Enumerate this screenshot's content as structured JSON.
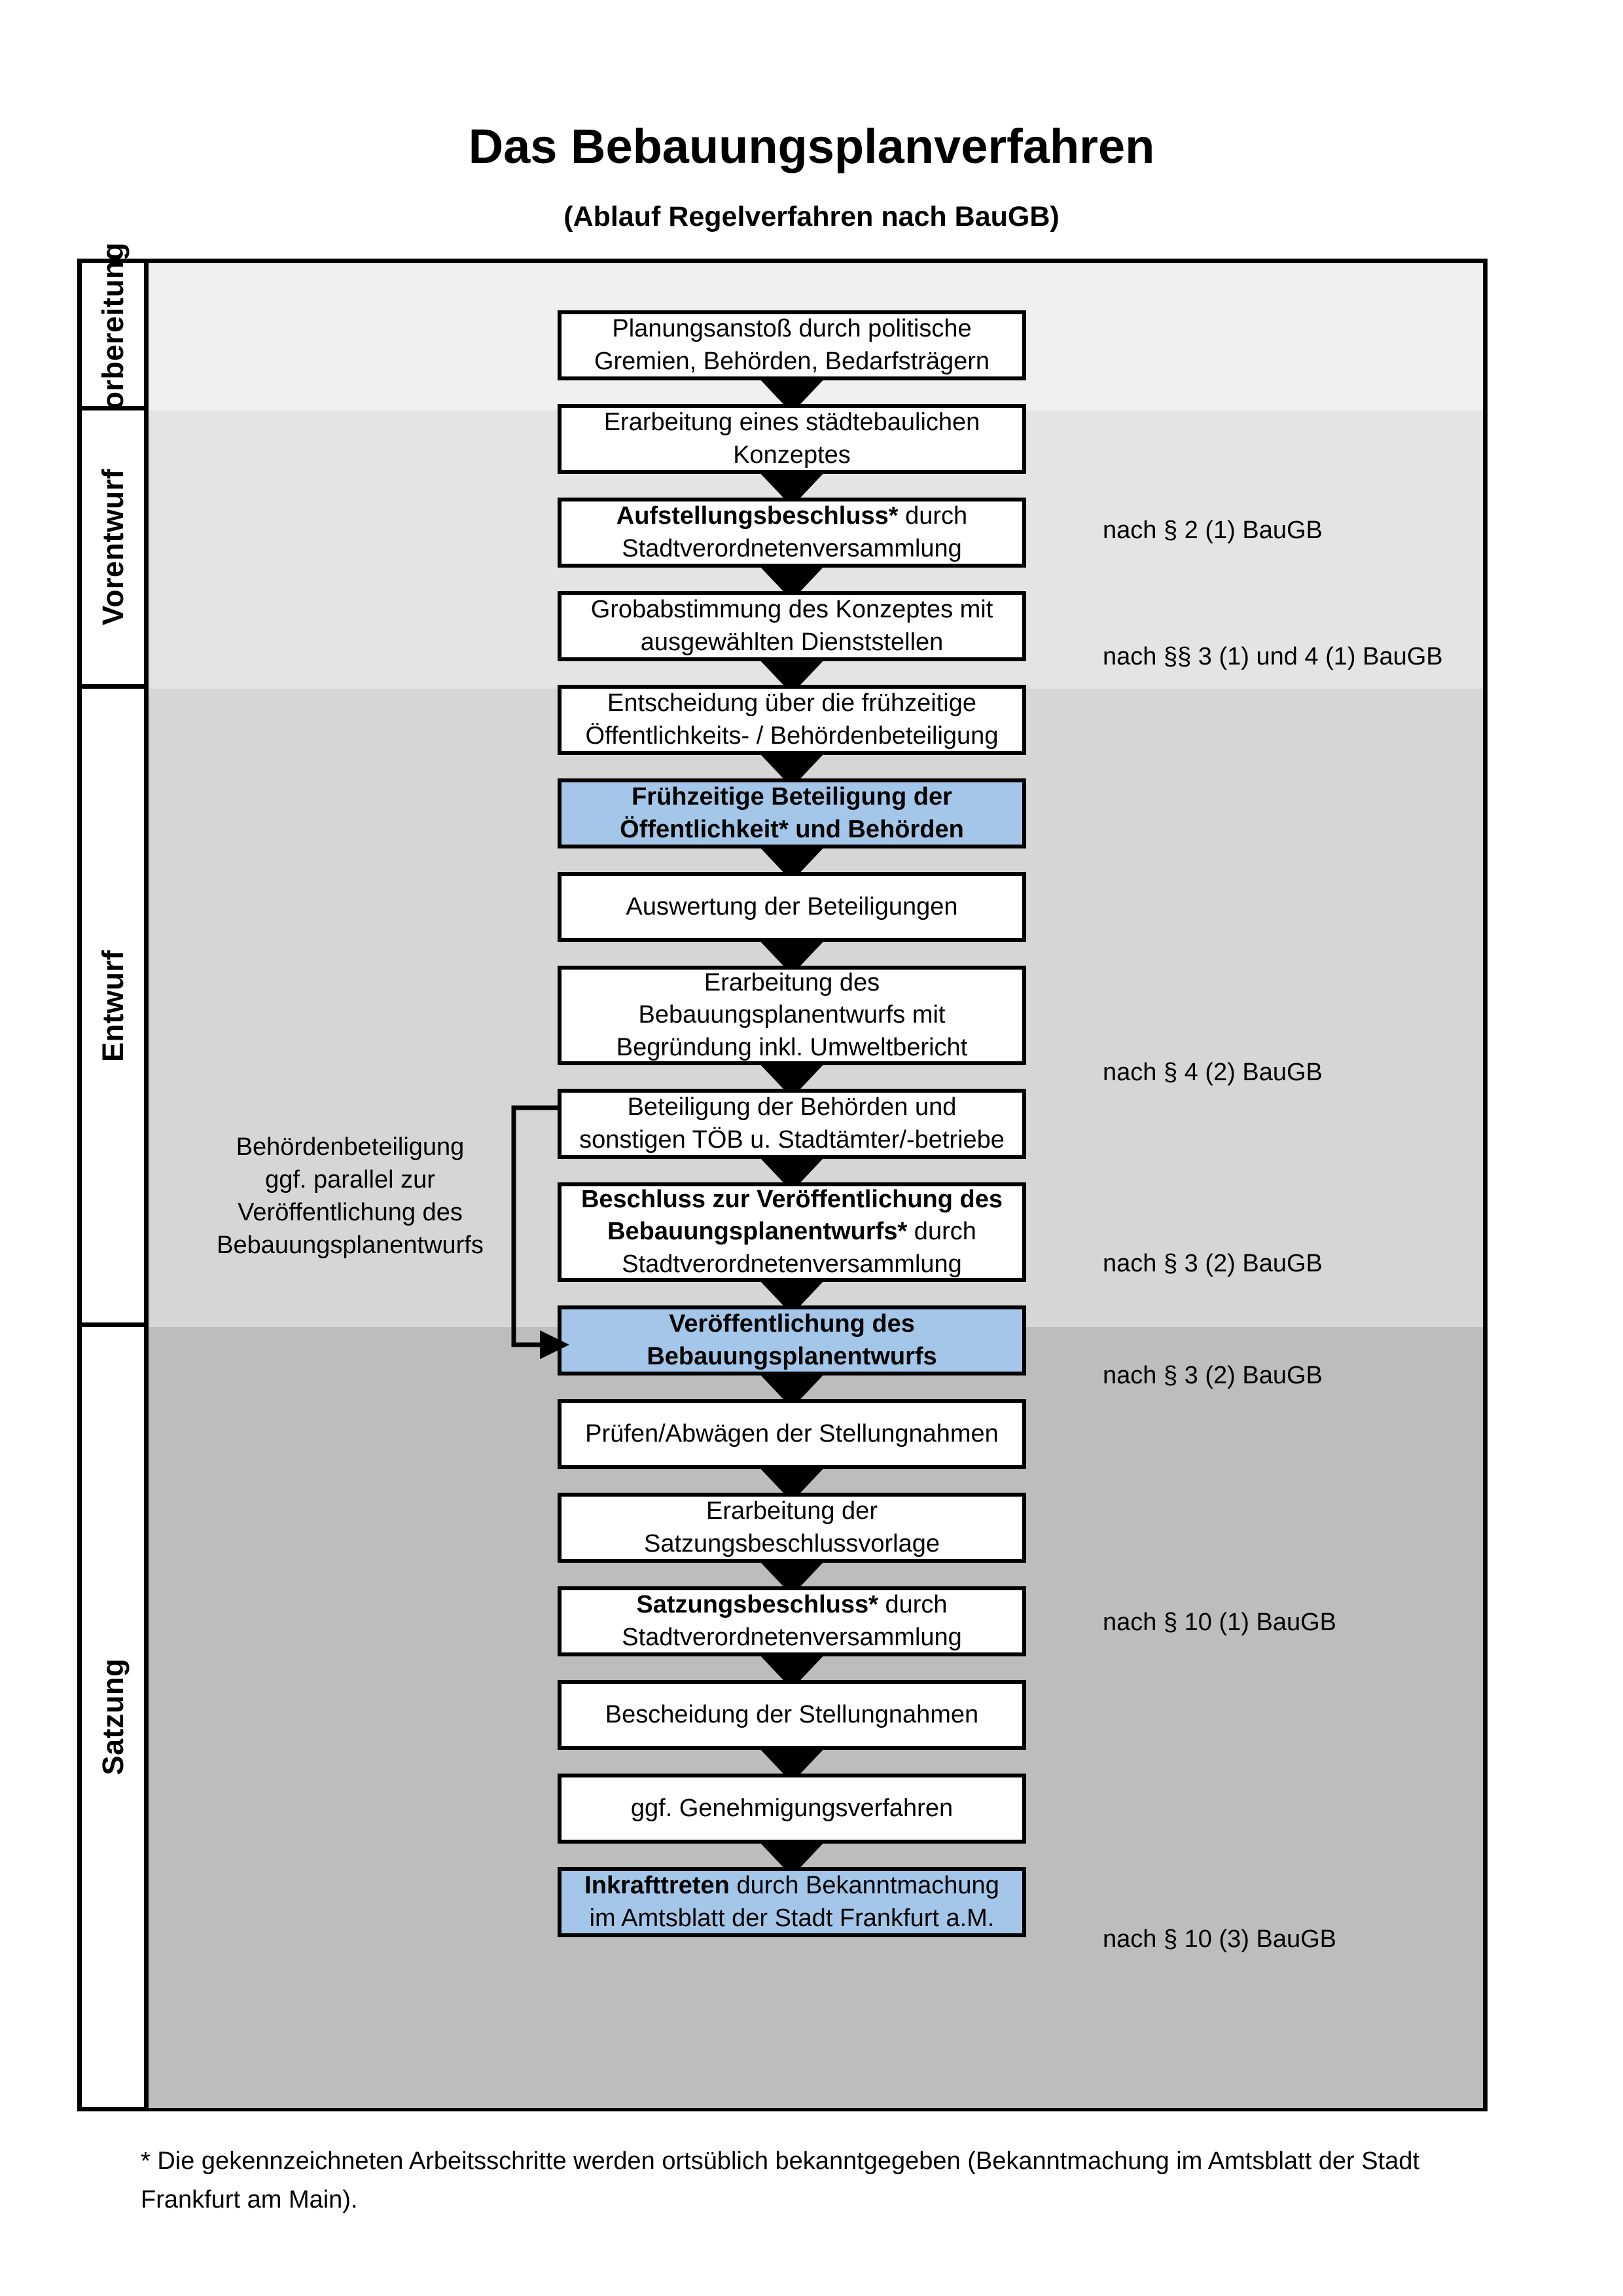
{
  "header": {
    "title": "Das Bebauungsplanverfahren",
    "subtitle": "(Ablauf Regelverfahren nach BauGB)"
  },
  "phases": [
    {
      "label": "Vorbereitung"
    },
    {
      "label": "Vorentwurf"
    },
    {
      "label": "Entwurf"
    },
    {
      "label": "Satzung"
    }
  ],
  "steps": [
    {
      "id": "planungsanstoss",
      "line1": "Planungsanstoß durch politische",
      "line2": "Gremien, Behörden, Bedarfsträgern",
      "highlight": false
    },
    {
      "id": "staedtebauliches-konzept",
      "line1": "Erarbeitung eines städtebaulichen",
      "line2": "Konzeptes",
      "highlight": false
    },
    {
      "id": "aufstellungsbeschluss",
      "bold1": "Aufstellungsbeschluss*",
      "line1": " durch",
      "line2": "Stadtverordnetenversammlung",
      "highlight": false
    },
    {
      "id": "grobabstimmung",
      "line1": "Grobabstimmung des Konzeptes mit",
      "line2": "ausgewählten Dienststellen",
      "highlight": false
    },
    {
      "id": "entscheidung-fruehzeitige",
      "line1": "Entscheidung über die frühzeitige",
      "line2": "Öffentlichkeits- / Behördenbeteiligung",
      "highlight": false
    },
    {
      "id": "fruehzeitige-beteiligung",
      "bold1": "Frühzeitige Beteiligung der",
      "bold2": "Öffentlichkeit* und Behörden",
      "highlight": true
    },
    {
      "id": "auswertung-beteiligungen",
      "line1": "Auswertung der Beteiligungen",
      "highlight": false
    },
    {
      "id": "erarbeitung-entwurf",
      "line1": "Erarbeitung des",
      "line2": "Bebauungsplanentwurfs mit",
      "line3": "Begründung inkl. Umweltbericht",
      "highlight": false
    },
    {
      "id": "beteiligung-behoerden",
      "line1": "Beteiligung der Behörden und",
      "line2": "sonstigen TÖB u. Stadtämter/-betriebe",
      "highlight": false
    },
    {
      "id": "beschluss-veroeffentlichung",
      "bold1": "Beschluss zur Veröffentlichung des",
      "bold2": "Bebauungsplanentwurfs*",
      "line2": " durch",
      "line3": "Stadtverordnetenversammlung",
      "highlight": false
    },
    {
      "id": "veroeffentlichung-entwurf",
      "bold1": "Veröffentlichung des",
      "bold2": "Bebauungsplanentwurfs",
      "highlight": true
    },
    {
      "id": "pruefen-abwaegen",
      "line1": "Prüfen/Abwägen der Stellungnahmen",
      "highlight": false
    },
    {
      "id": "erarbeitung-satzungsvorlage",
      "line1": "Erarbeitung der",
      "line2": "Satzungsbeschlussvorlage",
      "highlight": false
    },
    {
      "id": "satzungsbeschluss",
      "bold1": "Satzungsbeschluss*",
      "line1": " durch",
      "line2": "Stadtverordnetenversammlung",
      "highlight": false
    },
    {
      "id": "bescheidung-stellungnahmen",
      "line1": "Bescheidung der Stellungnahmen",
      "highlight": false
    },
    {
      "id": "genehmigungsverfahren",
      "line1": "ggf. Genehmigungsverfahren",
      "highlight": false
    },
    {
      "id": "inkrafttreten",
      "bold1": "Inkrafttreten",
      "line1": " durch Bekanntmachung",
      "line2": "im Amtsblatt der Stadt Frankfurt a.M.",
      "highlight": true
    }
  ],
  "legal_refs": [
    {
      "id": "ref-par2-1",
      "text": "nach § 2 (1) BauGB"
    },
    {
      "id": "ref-par3-1-4-1",
      "text": "nach §§ 3 (1) und 4 (1) BauGB"
    },
    {
      "id": "ref-par4-2",
      "text": "nach § 4 (2) BauGB"
    },
    {
      "id": "ref-par3-2-a",
      "text": "nach § 3 (2) BauGB"
    },
    {
      "id": "ref-par3-2-b",
      "text": "nach § 3 (2) BauGB"
    },
    {
      "id": "ref-par10-1",
      "text": "nach § 10 (1) BauGB"
    },
    {
      "id": "ref-par10-3",
      "text": "nach § 10 (3) BauGB"
    }
  ],
  "sidenote": {
    "line1": "Behördenbeteiligung",
    "line2": "ggf. parallel zur",
    "line3": "Veröffentlichung des",
    "line4": "Bebauungsplanentwurfs"
  },
  "footnote": {
    "text": "* Die gekennzeichneten Arbeitsschritte werden ortsüblich bekanntgegeben (Bekanntmachung im Amtsblatt  der Stadt Frankfurt am Main)."
  },
  "colors": {
    "highlight_fill": "#A4C6E8",
    "band_vorbereitung": "#F0F0F0",
    "band_vorentwurf": "#E4E4E4",
    "band_entwurf": "#D6D6D6",
    "band_satzung": "#BDBDBD",
    "stroke": "#000000"
  }
}
